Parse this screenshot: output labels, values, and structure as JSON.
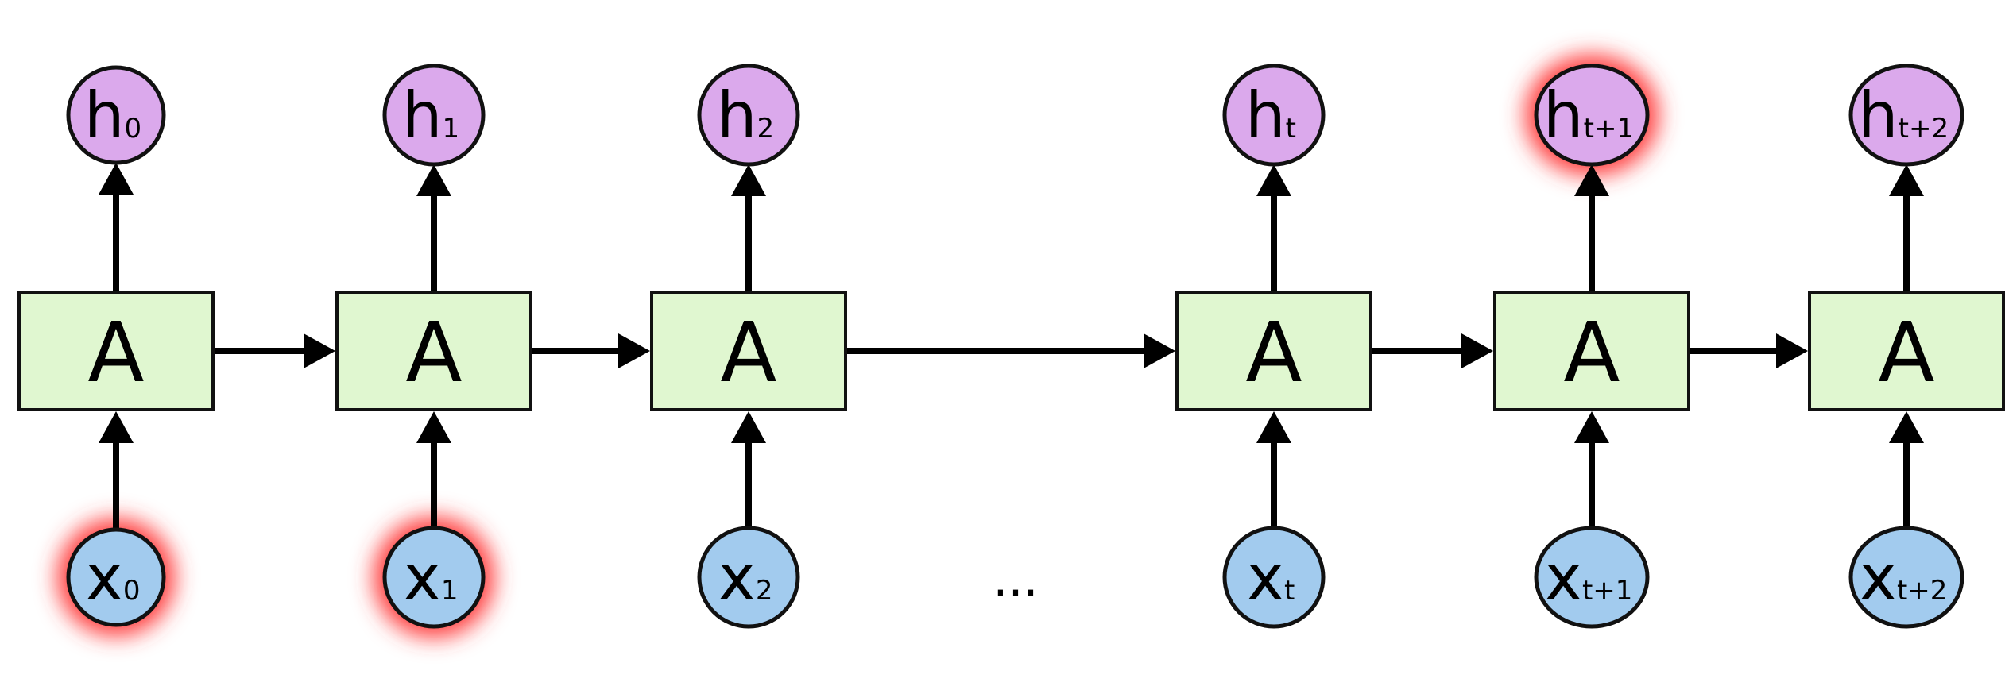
{
  "diagram": {
    "cell_label": "A",
    "highlight_color": "#ff3b3b",
    "colors": {
      "cell_fill": "#e0f7d0",
      "output_fill": "#dba9ec",
      "input_fill": "#a2cbee"
    },
    "ellipsis": "...",
    "steps": [
      {
        "input": {
          "main": "x",
          "sub": "0"
        },
        "output": {
          "main": "h",
          "sub": "0"
        },
        "input_highlighted": true,
        "output_highlighted": false
      },
      {
        "input": {
          "main": "x",
          "sub": "1"
        },
        "output": {
          "main": "h",
          "sub": "1"
        },
        "input_highlighted": true,
        "output_highlighted": false
      },
      {
        "input": {
          "main": "x",
          "sub": "2"
        },
        "output": {
          "main": "h",
          "sub": "2"
        },
        "input_highlighted": false,
        "output_highlighted": false
      },
      {
        "input": {
          "main": "x",
          "sub": "t"
        },
        "output": {
          "main": "h",
          "sub": "t"
        },
        "input_highlighted": false,
        "output_highlighted": false
      },
      {
        "input": {
          "main": "x",
          "sub": "t+1"
        },
        "output": {
          "main": "h",
          "sub": "t+1"
        },
        "input_highlighted": false,
        "output_highlighted": true
      },
      {
        "input": {
          "main": "x",
          "sub": "t+2"
        },
        "output": {
          "main": "h",
          "sub": "t+2"
        },
        "input_highlighted": false,
        "output_highlighted": false
      }
    ]
  }
}
